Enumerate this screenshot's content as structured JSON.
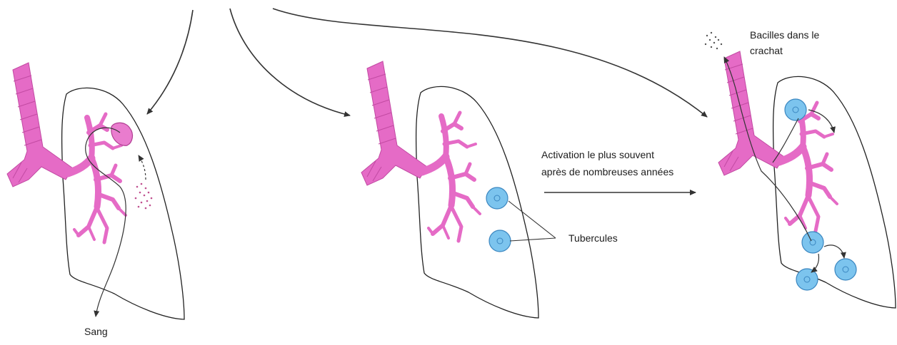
{
  "labels": {
    "sang": "Sang",
    "activation_line1": "Activation le plus souvent",
    "activation_line2": "après de nombreuses années",
    "tubercules": "Tubercules",
    "bacilles_line1": "Bacilles dans le",
    "bacilles_line2": "crachat"
  },
  "colors": {
    "airway": "#e56bc6",
    "tubercle": "#7cc4ee",
    "outline": "#222222"
  }
}
